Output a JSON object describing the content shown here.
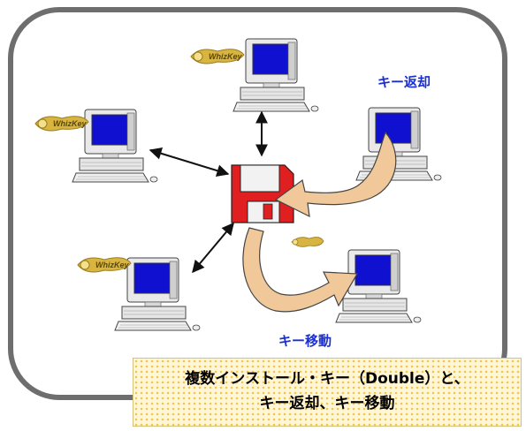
{
  "labels": {
    "return": "キー返却",
    "move": "キー移動"
  },
  "caption": {
    "line1": "複数インストール・キー（Double）と、",
    "line2": "キー返却、キー移動"
  },
  "logo_text": "WhizKey",
  "colors": {
    "label": "#1a2fd0",
    "frame": "#6e6e6e",
    "disk": "#e02020",
    "arrow_fill": "#f0c89a",
    "screen": "#1010d0"
  }
}
